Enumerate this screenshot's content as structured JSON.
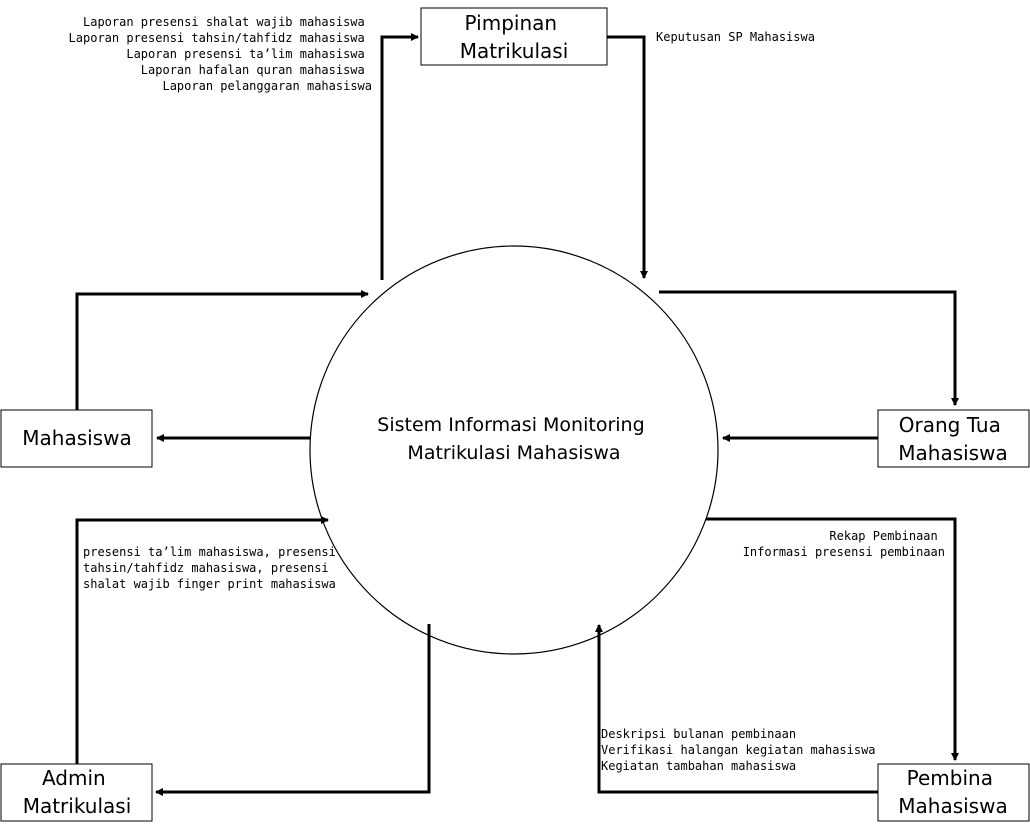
{
  "process": {
    "name_lines": [
      "Sistem Informasi Monitoring",
      "Matrikulasi Mahasiswa"
    ]
  },
  "entities": {
    "pimpinan": [
      "Pimpinan",
      "Matrikulasi"
    ],
    "orang_tua": [
      "Orang Tua",
      "Mahasiswa"
    ],
    "mahasiswa": [
      "Mahasiswa"
    ],
    "admin": [
      "Admin",
      "Matrikulasi"
    ],
    "pembina": [
      "Pembina",
      "Mahasiswa"
    ]
  },
  "flows": {
    "to_pimpinan": [
      "Laporan presensi shalat wajib mahasiswa",
      "Laporan presensi tahsin/tahfidz mahasiswa",
      "Laporan presensi ta’lim mahasiswa",
      "Laporan hafalan quran mahasiswa",
      "Laporan pelanggaran mahasiswa"
    ],
    "from_pimpinan": [
      "Keputusan SP Mahasiswa"
    ],
    "from_admin": [
      "presensi ta’lim mahasiswa, presensi",
      "tahsin/tahfidz mahasiswa, presensi",
      "shalat wajib finger print mahasiswa"
    ],
    "to_pembina": [
      "Rekap Pembinaan",
      "Informasi presensi pembinaan"
    ],
    "from_pembina": [
      "Deskripsi bulanan pembinaan",
      "Verifikasi halangan kegiatan mahasiswa",
      "Kegiatan tambahan mahasiswa"
    ]
  },
  "colors": {
    "line": "#000000",
    "background": "#ffffff"
  }
}
